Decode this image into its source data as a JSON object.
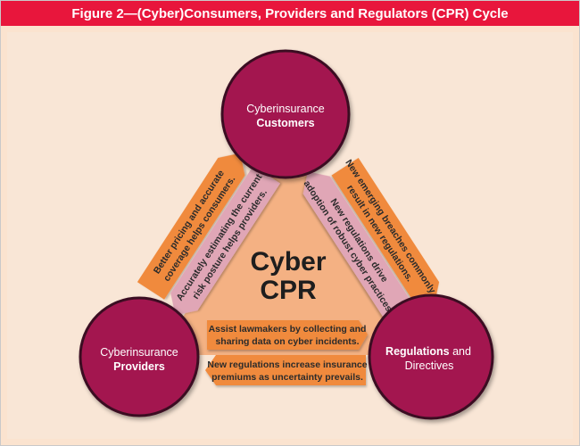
{
  "figure_title": "Figure 2—(Cyber)Consumers, Providers and Regulators (CPR) Cycle",
  "center": {
    "line1": "Cyber",
    "line2": "CPR"
  },
  "nodes": {
    "customers": {
      "line1": "Cyberinsurance",
      "line2": "Customers"
    },
    "providers": {
      "line1": "Cyberinsurance",
      "line2": "Providers"
    },
    "regulations": {
      "line1_bold": "Regulations",
      "line1_rest": " and",
      "line2": "Directives"
    }
  },
  "arrows": {
    "left_outer": {
      "line1": "Better pricing and accurate",
      "line2": "coverage helps consumers."
    },
    "left_inner": {
      "line1": "Accurately estimating the current",
      "line2": "risk posture helps providers."
    },
    "right_outer": {
      "line1": "New emerging breaches commonly",
      "line2": "result in new regulations."
    },
    "right_inner": {
      "line1": "New regulations drive",
      "line2": "adoption of robust cyber practices."
    },
    "bottom_top": {
      "line1": "Assist lawmakers by collecting and",
      "line2": "sharing data on cyber incidents."
    },
    "bottom_bottom": {
      "line1": "New regulations increase insurance",
      "line2": "premiums as uncertainty prevails."
    }
  },
  "colors": {
    "title_bar": "#e8163c",
    "background": "#fbe3cf",
    "panel": "#f9e6d6",
    "triangle": "#f4b183",
    "circle": "#a3174f",
    "circle_ring": "#3a0f22",
    "arrow_orange": "#f08a3e",
    "arrow_pink": "#e0a6b6"
  }
}
